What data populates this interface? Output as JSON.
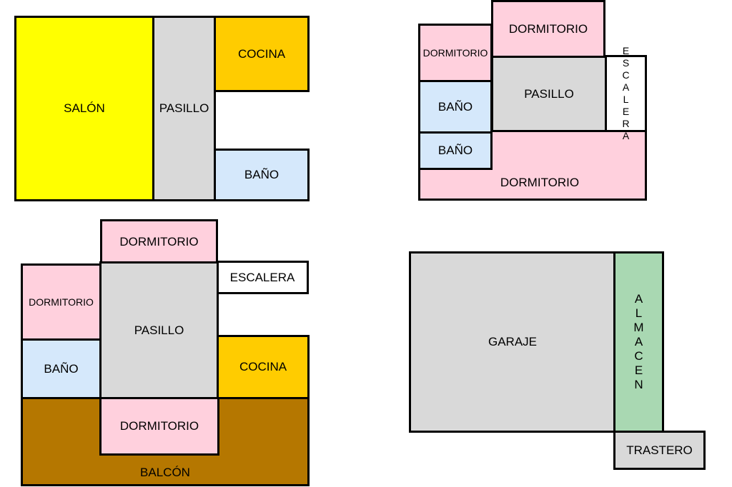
{
  "colors": {
    "salon": "#ffff00",
    "pasillo": "#d9d9d9",
    "cocina": "#ffcc00",
    "bano": "#d5e8fb",
    "dormitorio": "#ffd0dd",
    "escalera": "#ffffff",
    "balcon": "#b57700",
    "garaje": "#d9d9d9",
    "almacen": "#a9d8b2",
    "trastero": "#d9d9d9",
    "outline": "#000000"
  },
  "plan1": {
    "salon": "SALÓN",
    "pasillo": "PASILLO",
    "cocina": "COCINA",
    "bano": "BAÑO"
  },
  "plan2": {
    "dormitorio_top": "DORMITORIO",
    "dormitorio_left": "DORMITORIO",
    "pasillo": "PASILLO",
    "escalera": "ESCALERA",
    "bano_1": "BAÑO",
    "bano_2": "BAÑO",
    "dormitorio_bottom": "DORMITORIO"
  },
  "plan3": {
    "dormitorio_top": "DORMITORIO",
    "escalera": "ESCALERA",
    "dormitorio_left": "DORMITORIO",
    "pasillo": "PASILLO",
    "cocina": "COCINA",
    "bano": "BAÑO",
    "balcon": "BALCÓN",
    "dormitorio_bottom": "DORMITORIO"
  },
  "plan4": {
    "garaje": "GARAJE",
    "almacen": "ALMACEN",
    "trastero": "TRASTERO"
  }
}
